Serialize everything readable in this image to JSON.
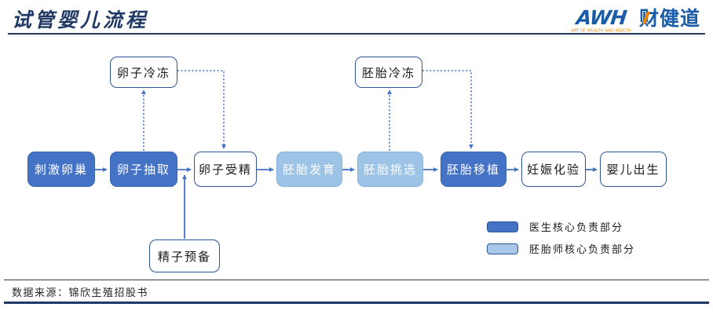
{
  "header": {
    "title": "试管婴儿流程",
    "logo": {
      "acronym": "AWH",
      "tagline": "ART OF WEALTH AND HEALTH",
      "name": "财健道"
    }
  },
  "flow": {
    "steps": [
      {
        "label": "刺激卵巢",
        "role": "doctor"
      },
      {
        "label": "卵子抽取",
        "role": "doctor"
      },
      {
        "label": "卵子受精",
        "role": "neutral"
      },
      {
        "label": "胚胎发育",
        "role": "embryologist"
      },
      {
        "label": "胚胎挑选",
        "role": "embryologist"
      },
      {
        "label": "胚胎移植",
        "role": "doctor"
      },
      {
        "label": "妊娠化验",
        "role": "neutral"
      },
      {
        "label": "婴儿出生",
        "role": "neutral"
      }
    ],
    "egg_freeze": {
      "label": "卵子冷冻"
    },
    "embryo_freeze": {
      "label": "胚胎冷冻"
    },
    "sperm_prep": {
      "label": "精子预备"
    },
    "connections": [
      "刺激卵巢→卵子抽取",
      "卵子抽取→卵子受精",
      "卵子受精→胚胎发育",
      "胚胎发育→胚胎挑选",
      "胚胎挑选→胚胎移植",
      "胚胎移植→妊娠化验",
      "妊娠化验→婴儿出生",
      "精子预备→卵子受精",
      "卵子抽取⇢卵子冷冻",
      "卵子冷冻⇢卵子受精",
      "胚胎挑选⇢胚胎冷冻",
      "胚胎冷冻⇢胚胎移植"
    ]
  },
  "legend": [
    {
      "label": "医生核心负责部分",
      "color": "#4472C4"
    },
    {
      "label": "胚胎师核心负责部分",
      "color": "#A8C7E8"
    }
  ],
  "footer": {
    "source": "数据来源：锦欣生殖招股书"
  },
  "colors": {
    "doctor_box": "#4472C4",
    "embryologist_box": "#9DC3E6",
    "plain_box_border": "#2F5597",
    "arrow": "#4472C4",
    "navy_rule": "#1F3864",
    "logo_blue": "#1A5CA8",
    "logo_orange": "#F08300"
  }
}
